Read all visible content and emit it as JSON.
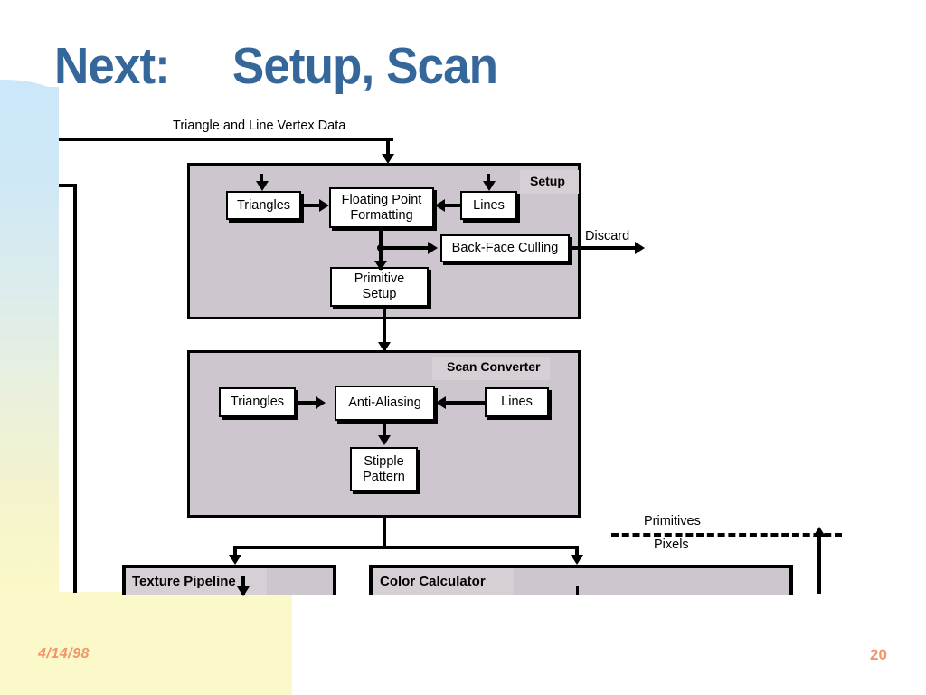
{
  "slide": {
    "title": "Next:     Setup, Scan",
    "title_color": "#35679b",
    "footer_date": "4/14/98",
    "page_number": "20",
    "footer_color": "#f2966a",
    "background_color": "#ffffff"
  },
  "diagram": {
    "input_label": "Triangle and Line Vertex Data",
    "discard_label": "Discard",
    "boundary": {
      "above_label": "Primitives",
      "below_label": "Pixels"
    },
    "groups": [
      {
        "id": "setup",
        "label": "Setup",
        "fill": "#cdc6cf",
        "nodes": [
          {
            "id": "setup-triangles",
            "label": "Triangles"
          },
          {
            "id": "setup-floating-point-formatting",
            "label": "Floating Point\nFormatting"
          },
          {
            "id": "setup-lines",
            "label": "Lines"
          },
          {
            "id": "setup-back-face-culling",
            "label": "Back-Face Culling"
          },
          {
            "id": "setup-primitive-setup",
            "label": "Primitive\nSetup"
          }
        ]
      },
      {
        "id": "scan-converter",
        "label": "Scan Converter",
        "fill": "#cdc6cf",
        "nodes": [
          {
            "id": "scan-triangles",
            "label": "Triangles"
          },
          {
            "id": "scan-anti-aliasing",
            "label": "Anti-Aliasing"
          },
          {
            "id": "scan-lines",
            "label": "Lines"
          },
          {
            "id": "scan-stipple-pattern",
            "label": "Stipple\nPattern"
          }
        ]
      }
    ],
    "bottom_blocks": [
      {
        "id": "texture-pipeline",
        "label": "Texture Pipeline"
      },
      {
        "id": "color-calculator",
        "label": "Color Calculator"
      }
    ]
  }
}
